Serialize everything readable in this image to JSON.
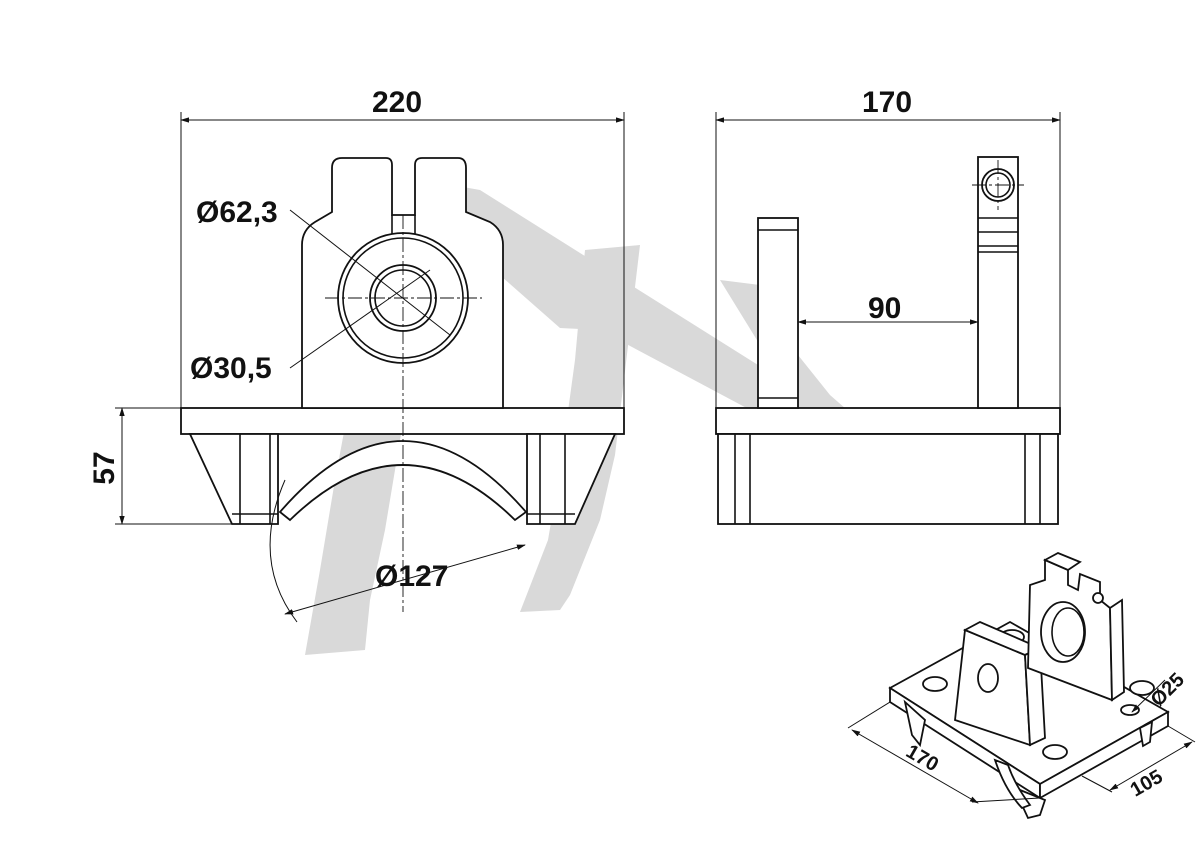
{
  "front_view": {
    "width_label": "220",
    "height_label": "57",
    "outer_dia_label": "Ø62,3",
    "inner_dia_label": "Ø30,5",
    "arc_dia_label": "Ø127"
  },
  "side_view": {
    "width_label": "170",
    "spacing_label": "90"
  },
  "iso_view": {
    "length_label": "170",
    "width_label": "105",
    "hole_dia_label": "Ø25"
  },
  "watermark": {
    "text": "IT",
    "color": "#c8c8c8"
  }
}
